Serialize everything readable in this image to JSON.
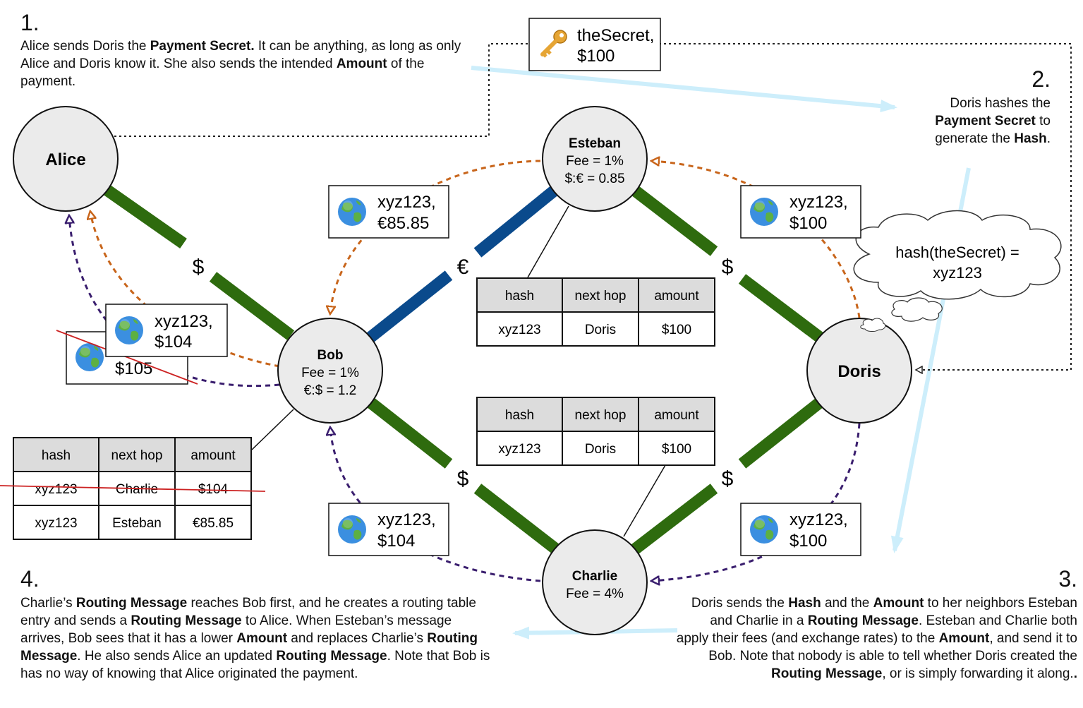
{
  "steps": [
    {
      "num": "1.",
      "parts": [
        {
          "t": "Alice sends Doris the "
        },
        {
          "t": "Payment Secret.",
          "b": true
        },
        {
          "t": " It can be anything, as long as only Alice and Doris know it. She also sends the intended "
        },
        {
          "t": "Amount",
          "b": true
        },
        {
          "t": " of the payment."
        }
      ]
    },
    {
      "num": "2.",
      "parts": [
        {
          "t": "Doris hashes the "
        },
        {
          "t": "Payment Secret",
          "b": true
        },
        {
          "t": " to generate the "
        },
        {
          "t": "Hash",
          "b": true
        },
        {
          "t": "."
        }
      ]
    },
    {
      "num": "3.",
      "parts": [
        {
          "t": "Doris sends the "
        },
        {
          "t": "Hash",
          "b": true
        },
        {
          "t": " and the "
        },
        {
          "t": "Amount",
          "b": true
        },
        {
          "t": " to her neighbors Esteban and Charlie in a "
        },
        {
          "t": "Routing Message",
          "b": true
        },
        {
          "t": ". Esteban and Charlie both apply their fees (and exchange rates) to the "
        },
        {
          "t": "Amount",
          "b": true
        },
        {
          "t": ", and send it to Bob. Note that nobody is able to tell whether Doris created the "
        },
        {
          "t": "Routing Message",
          "b": true
        },
        {
          "t": ", or is simply forwarding it along."
        },
        {
          "t": ".",
          "b": true
        }
      ]
    },
    {
      "num": "4.",
      "parts": [
        {
          "t": "Charlie’s "
        },
        {
          "t": "Routing Message",
          "b": true
        },
        {
          "t": " reaches Bob first, and he creates a routing table entry and sends a "
        },
        {
          "t": "Routing Message",
          "b": true
        },
        {
          "t": " to Alice. When Esteban’s message arrives, Bob sees that it has a lower "
        },
        {
          "t": "Amount",
          "b": true
        },
        {
          "t": " and replaces Charlie’s "
        },
        {
          "t": "Routing Message",
          "b": true
        },
        {
          "t": ". He also sends Alice an updated "
        },
        {
          "t": "Routing Message",
          "b": true
        },
        {
          "t": ". Note that Bob is has no way of knowing that Alice originated the payment."
        }
      ]
    }
  ],
  "nodes": {
    "alice": {
      "name": "Alice"
    },
    "doris": {
      "name": "Doris"
    },
    "bob": {
      "name": "Bob",
      "fee": "Fee = 1%",
      "rate": "€:$ = 1.2"
    },
    "esteban": {
      "name": "Esteban",
      "fee": "Fee = 1%",
      "rate": "$:€ = 0.85"
    },
    "charlie": {
      "name": "Charlie",
      "fee": "Fee = 4%"
    }
  },
  "channels": {
    "alice_bob": "$",
    "bob_esteban": "€",
    "esteban_doris": "$",
    "bob_charlie": "$",
    "charlie_doris": "$"
  },
  "secret_box": {
    "line1": "theSecret,",
    "line2": "$100",
    "icon": "key-icon"
  },
  "cloud": {
    "line1": "hash(theSecret) =",
    "line2": "xyz123"
  },
  "messages": {
    "esteban_to_bob": {
      "line1": "xyz123,",
      "line2": "€85.85",
      "icon": "globe-icon"
    },
    "doris_to_esteban": {
      "line1": "xyz123,",
      "line2": "$100",
      "icon": "globe-icon"
    },
    "charlie_to_bob": {
      "line1": "xyz123,",
      "line2": "$104",
      "icon": "globe-icon"
    },
    "doris_to_charlie": {
      "line1": "xyz123,",
      "line2": "$100",
      "icon": "globe-icon"
    },
    "bob_to_alice_new": {
      "line1": "xyz123,",
      "line2": "$104",
      "icon": "globe-icon"
    },
    "bob_to_alice_old": {
      "line2": "$105",
      "icon": "globe-icon",
      "crossed_out": true
    }
  },
  "tables": {
    "headers": [
      "hash",
      "next hop",
      "amount"
    ],
    "esteban": [
      [
        "xyz123",
        "Doris",
        "$100"
      ]
    ],
    "charlie": [
      [
        "xyz123",
        "Doris",
        "$100"
      ]
    ],
    "bob": [
      [
        "xyz123",
        "Charlie",
        "$104"
      ],
      [
        "xyz123",
        "Esteban",
        "€85.85"
      ]
    ],
    "bob_crossed_row": 0
  },
  "colors": {
    "dollar_channel": "#2e6b0e",
    "euro_channel": "#0a4a8c",
    "esteban_msg": "#c8651b",
    "charlie_msg": "#3a1e6e",
    "flow_arrow": "#cdeefb",
    "strike": "#cc2222",
    "node_fill": "#ebebeb",
    "table_header": "#dcdcdc"
  }
}
